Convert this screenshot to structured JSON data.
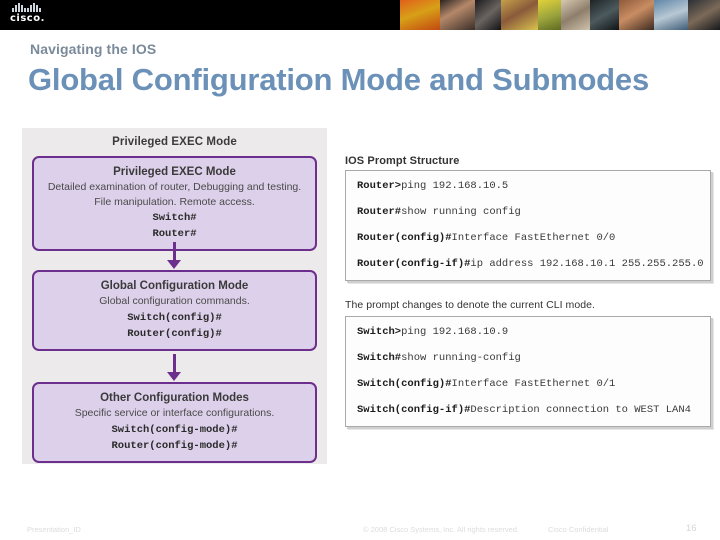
{
  "header": {
    "logo_bars_label": "cisco-logo-bars",
    "logo_word": "cisco."
  },
  "title": {
    "eyebrow": "Navigating the IOS",
    "main": "Global Configuration Mode and Submodes"
  },
  "diagram": {
    "heading": "Privileged EXEC Mode",
    "boxes": [
      {
        "title": "Privileged EXEC Mode",
        "desc_line1": "Detailed examination of router, Debugging and testing.",
        "desc_line2": "File manipulation. Remote access.",
        "prompt1": "Switch#",
        "prompt2": "Router#"
      },
      {
        "title": "Global Configuration Mode",
        "desc_line1": "Global configuration commands.",
        "desc_line2": "",
        "prompt1": "Switch(config)#",
        "prompt2": "Router(config)#"
      },
      {
        "title": "Other Configuration Modes",
        "desc_line1": "Specific service or interface configurations.",
        "desc_line2": "",
        "prompt1": "Switch(config-mode)#",
        "prompt2": "Router(config-mode)#"
      }
    ]
  },
  "right": {
    "panel1_label": "IOS Prompt Structure",
    "panel1_lines": [
      {
        "prompt": "Router>",
        "command": "ping 192.168.10.5"
      },
      {
        "prompt": "Router#",
        "command": "show running config"
      },
      {
        "prompt": "Router(config)#",
        "command": "Interface FastEthernet 0/0"
      },
      {
        "prompt": "Router(config-if)#",
        "command": "ip address 192.168.10.1 255.255.255.0"
      }
    ],
    "panel2_caption": "The prompt changes to denote the current CLI mode.",
    "panel2_lines": [
      {
        "prompt": "Switch>",
        "command": "ping 192.168.10.9"
      },
      {
        "prompt": "Switch#",
        "command": "show running-config"
      },
      {
        "prompt": "Switch(config)#",
        "command": "Interface FastEthernet 0/1"
      },
      {
        "prompt": "Switch(config-if)#",
        "command": "Description connection to WEST LAN4"
      }
    ]
  },
  "footer": {
    "presentation_id": "Presentation_ID",
    "copyright": "© 2008 Cisco Systems, Inc. All rights reserved.",
    "confidential": "Cisco Confidential",
    "page_number": "16"
  },
  "colors": {
    "header_band": "#000000",
    "title_blue": "#6b91b8",
    "eyebrow_gray": "#7a8a9a",
    "box_border_purple": "#6d2f8e",
    "box_fill_purple": "#ddd0ea",
    "diagram_bg": "#eceaea"
  }
}
